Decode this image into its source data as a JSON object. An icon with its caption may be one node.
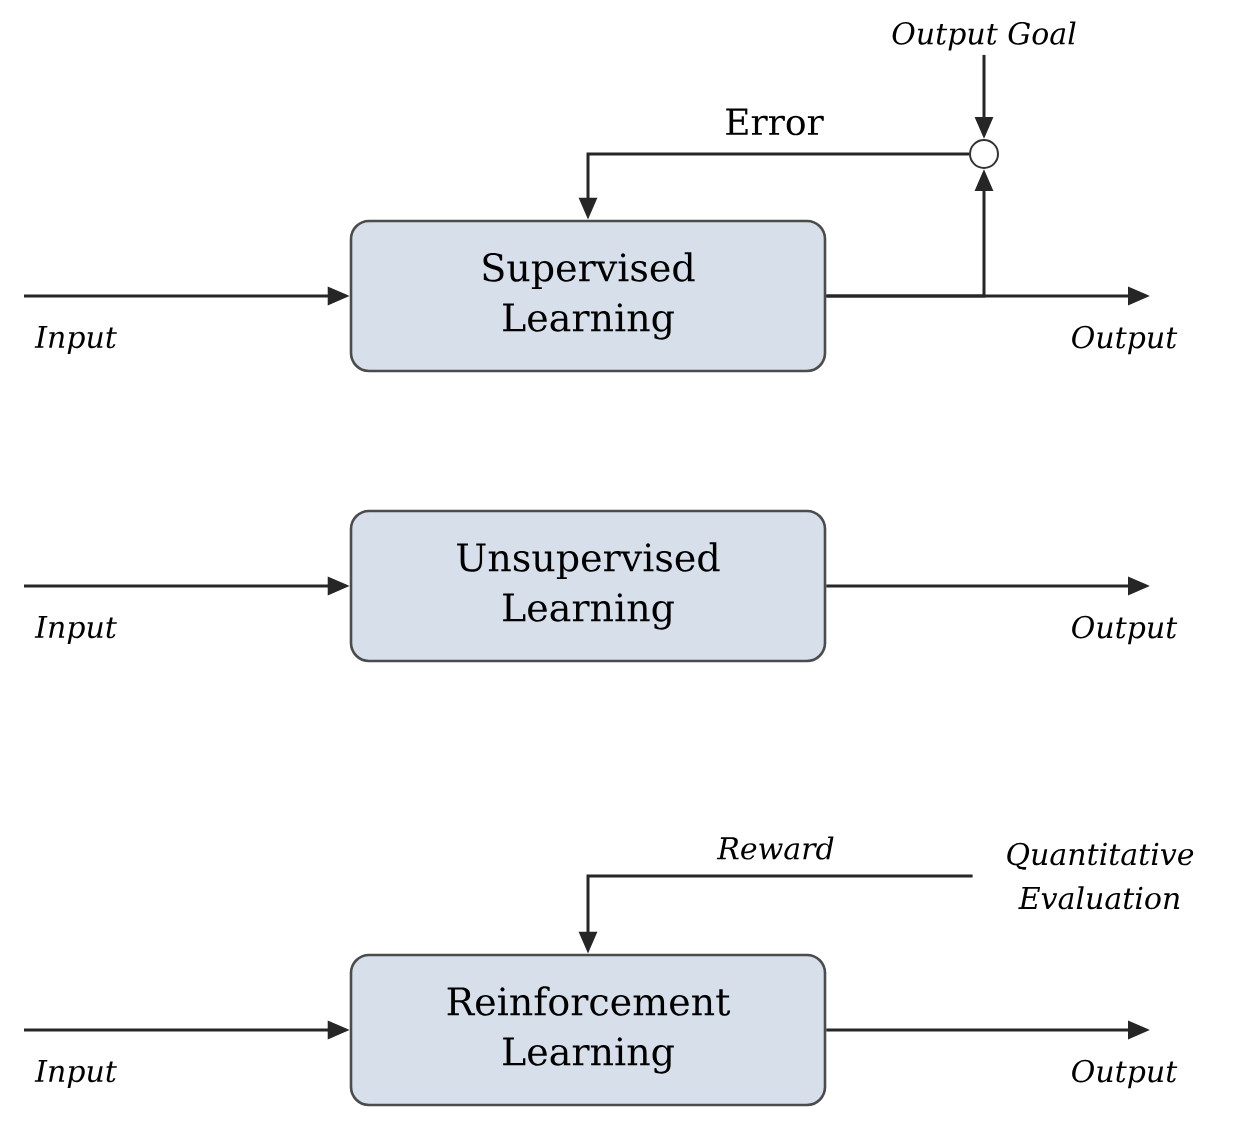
{
  "diagram": {
    "nodes": [
      {
        "text": [
          "Supervised Learning"
        ]
      },
      {
        "text": [
          "Unsupervised Learning"
        ]
      },
      {
        "text": [
          "Reinforcement Learning"
        ]
      },
      {
        "text": [],
        "shape": "circle"
      },
      {
        "text": [
          "Output Goal"
        ]
      },
      {
        "text": [
          "Quantitative Evaluation"
        ]
      }
    ],
    "edges": [
      {
        "from": null,
        "to": 0,
        "arrow": "to",
        "label": "Input"
      },
      {
        "from": 0,
        "to": null,
        "arrow": "to",
        "label": "Output"
      },
      {
        "from": 0,
        "to": 3,
        "arrow": "to"
      },
      {
        "from": 3,
        "to": 0,
        "arrow": "to",
        "label": "Error"
      },
      {
        "from": 4,
        "to": 3,
        "arrow": "to"
      },
      {
        "from": null,
        "to": 1,
        "arrow": "to",
        "label": "Input"
      },
      {
        "from": 1,
        "to": null,
        "arrow": "to",
        "label": "Output"
      },
      {
        "from": null,
        "to": 2,
        "arrow": "to",
        "label": "Input"
      },
      {
        "from": 2,
        "to": null,
        "arrow": "to",
        "label": "Output"
      },
      {
        "from": 5,
        "to": 2,
        "arrow": "to",
        "label": "Reward"
      }
    ]
  }
}
